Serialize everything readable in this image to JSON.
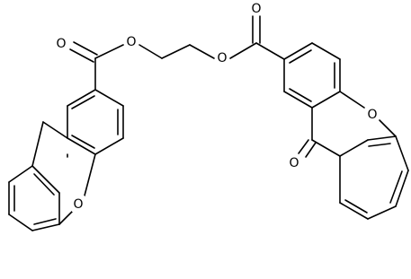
{
  "molecule": {
    "atom_labels": {
      "left_carbonyl_o": "O",
      "left_ester_o": "O",
      "right_ester_o": "O",
      "right_carbonyl_o": "O",
      "left_ring_o": "O",
      "right_ring_o": "O",
      "ketone_o": "O"
    },
    "colors": {
      "bond": "#000000",
      "label": "#000000",
      "background": "#ffffff"
    }
  }
}
